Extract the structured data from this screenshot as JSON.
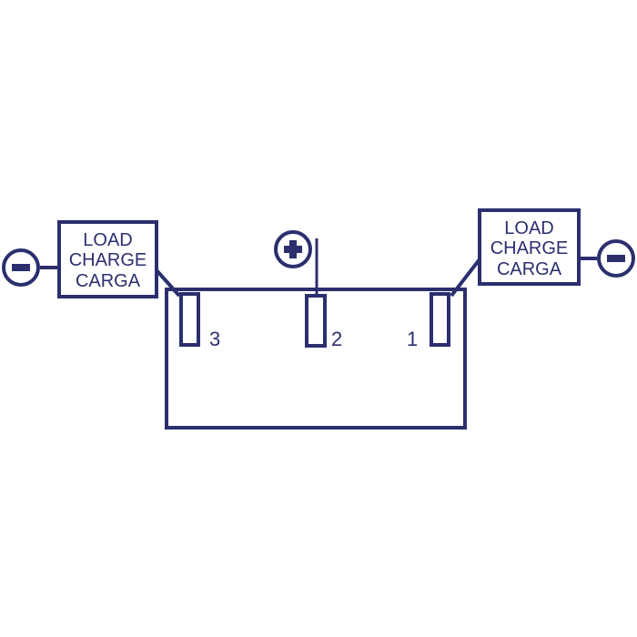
{
  "colors": {
    "stroke": "#2b2f6e",
    "background": "#ffffff"
  },
  "load_boxes": {
    "left": {
      "lines": [
        "LOAD",
        "CHARGE",
        "CARGA"
      ]
    },
    "right": {
      "lines": [
        "LOAD",
        "CHARGE",
        "CARGA"
      ]
    }
  },
  "terminals": {
    "t3": {
      "label": "3"
    },
    "t2": {
      "label": "2"
    },
    "t1": {
      "label": "1"
    }
  },
  "symbols": {
    "positive": {
      "icon": "plus-circle-icon"
    },
    "negative_left": {
      "icon": "minus-circle-icon"
    },
    "negative_right": {
      "icon": "minus-circle-icon"
    }
  }
}
